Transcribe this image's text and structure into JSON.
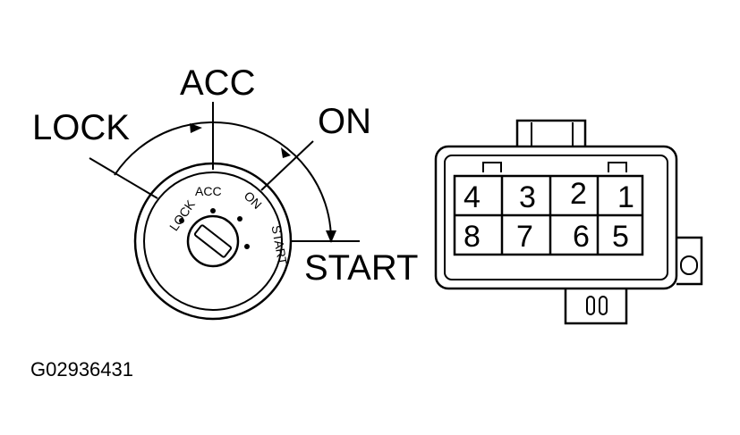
{
  "ignition_switch": {
    "labels": {
      "lock": "LOCK",
      "acc": "ACC",
      "on": "ON",
      "start": "START"
    },
    "dial_labels": {
      "lock": "LOCK",
      "acc": "ACC",
      "on": "ON",
      "start": "START"
    }
  },
  "connector": {
    "pins_top": [
      "4",
      "3",
      "2",
      "1"
    ],
    "pins_bottom": [
      "8",
      "7",
      "6",
      "5"
    ]
  },
  "figure_code": "G02936431"
}
